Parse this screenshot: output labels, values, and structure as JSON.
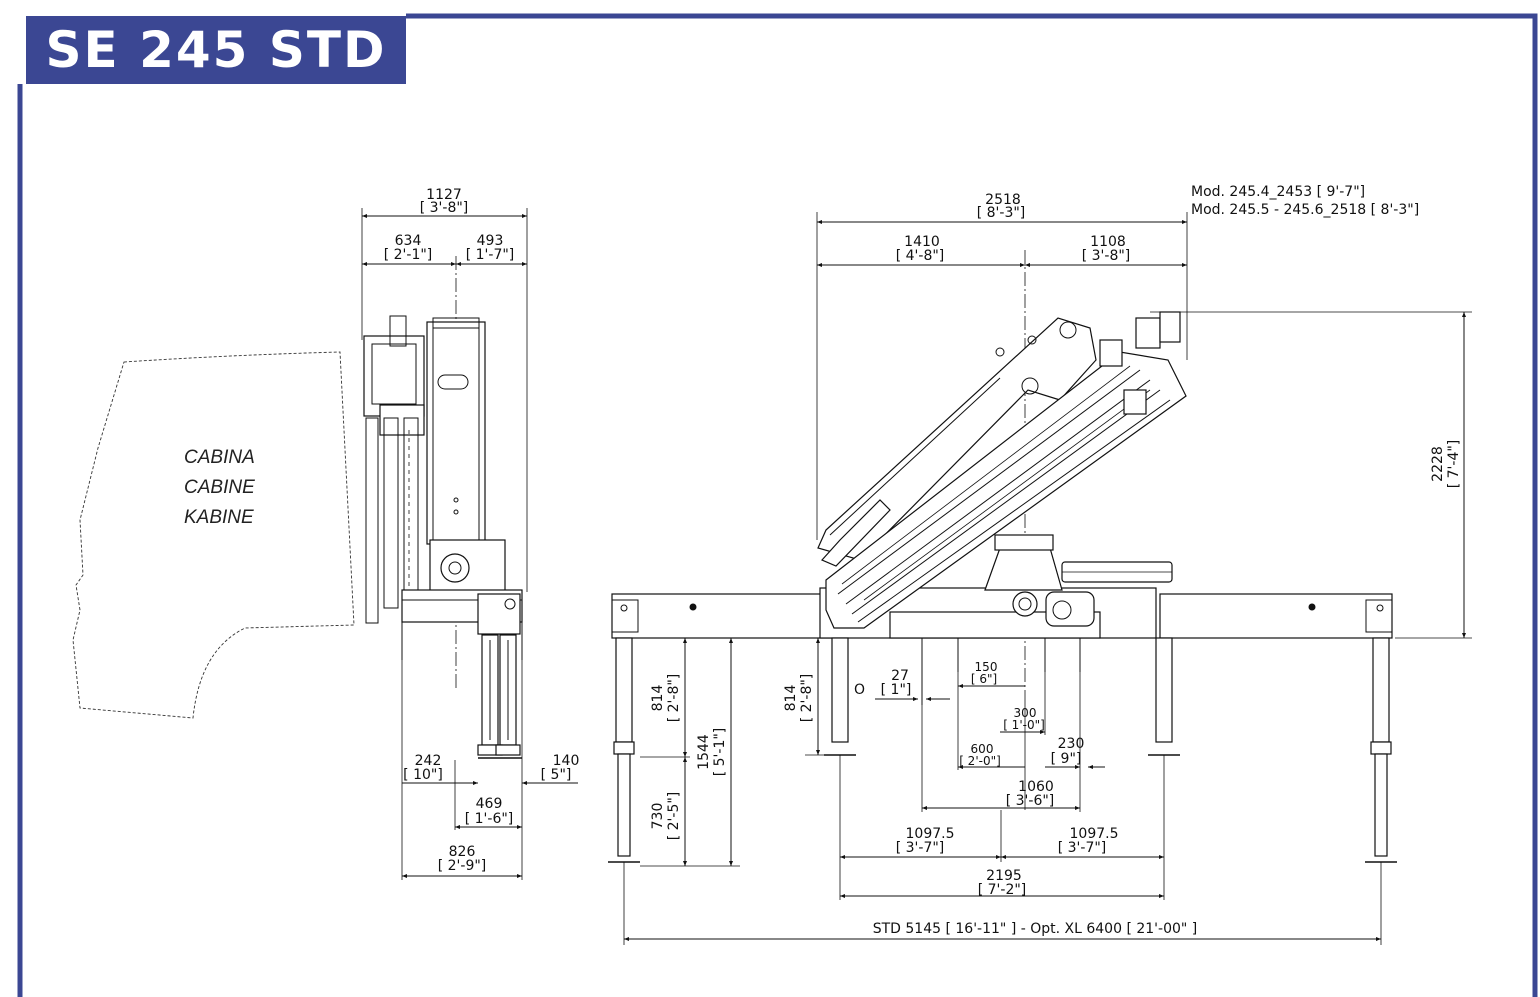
{
  "title": "SE 245 STD",
  "colors": {
    "frame": "#3b4793",
    "title_bg": "#3b4793",
    "title_text": "#ffffff",
    "lines": "#111111"
  },
  "cab_labels": [
    "CABINA",
    "CABINE",
    "KABINE"
  ],
  "model_notes": [
    "Mod. 245.4_2453 [ 9'-7\"]",
    "Mod. 245.5 - 245.6_2518 [ 8'-3\"]"
  ],
  "side_view": {
    "width_total": {
      "mm": "1127",
      "ft": "[ 3'-8\"]"
    },
    "width_left": {
      "mm": "634",
      "ft": "[ 2'-1\"]"
    },
    "width_right": {
      "mm": "493",
      "ft": "[ 1'-7\"]"
    },
    "offset_left": {
      "mm": "242",
      "ft": "[ 10\"]"
    },
    "offset_right": {
      "mm": "140",
      "ft": "[ 5\"]"
    },
    "base_inner": {
      "mm": "469",
      "ft": "[ 1'-6\"]"
    },
    "base_total": {
      "mm": "826",
      "ft": "[ 2'-9\"]"
    }
  },
  "front_view": {
    "top_total": {
      "mm": "2518",
      "ft": "[ 8'-3\"]"
    },
    "top_left": {
      "mm": "1410",
      "ft": "[ 4'-8\"]"
    },
    "top_right": {
      "mm": "1108",
      "ft": "[ 3'-8\"]"
    },
    "height": {
      "mm": "2228",
      "ft": "[ 7'-4\"]"
    },
    "leg_upper_left": {
      "mm": "814",
      "ft": "[ 2'-8\"]"
    },
    "leg_lower_left": {
      "mm": "730",
      "ft": "[ 2'-5\"]"
    },
    "leg_total_left": {
      "mm": "1544",
      "ft": "[ 5'-1\"]"
    },
    "leg_inner": {
      "mm": "814",
      "ft": "[ 2'-8\"]"
    },
    "circle_mark": "O",
    "offset_27": {
      "mm": "27",
      "ft": "[ 1\"]"
    },
    "offset_150": {
      "mm": "150",
      "ft": "[ 6\"]"
    },
    "offset_300": {
      "mm": "300",
      "ft": "[ 1'-0\"]"
    },
    "offset_600": {
      "mm": "600",
      "ft": "[ 2'-0\"]"
    },
    "offset_230": {
      "mm": "230",
      "ft": "[ 9\"]"
    },
    "span_1060": {
      "mm": "1060",
      "ft": "[ 3'-6\"]"
    },
    "half_left": {
      "mm": "1097.5",
      "ft": "[ 3'-7\"]"
    },
    "half_right": {
      "mm": "1097.5",
      "ft": "[ 3'-7\"]"
    },
    "span_2195": {
      "mm": "2195",
      "ft": "[ 7'-2\"]"
    },
    "overall": "STD 5145 [ 16'-11\" ] - Opt. XL 6400 [ 21'-00\" ]"
  }
}
